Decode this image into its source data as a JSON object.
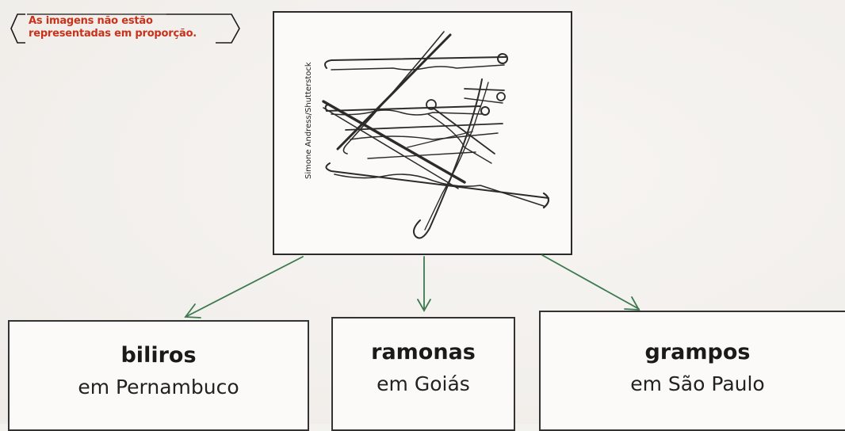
{
  "scale_note": {
    "line1": "As imagens não estão",
    "line2": "representadas em proporção."
  },
  "photo": {
    "credit": "Simone Andress/Shutterstock",
    "subject_icon": "bobby-pins-icon"
  },
  "boxes": [
    {
      "term": "biliros",
      "place": "em Pernambuco"
    },
    {
      "term": "ramonas",
      "place": "em Goiás"
    },
    {
      "term": "grampos",
      "place": "em São Paulo"
    }
  ],
  "colors": {
    "note_text": "#c8321a",
    "arrows": "#3d7a4f",
    "box_border": "#333333"
  }
}
